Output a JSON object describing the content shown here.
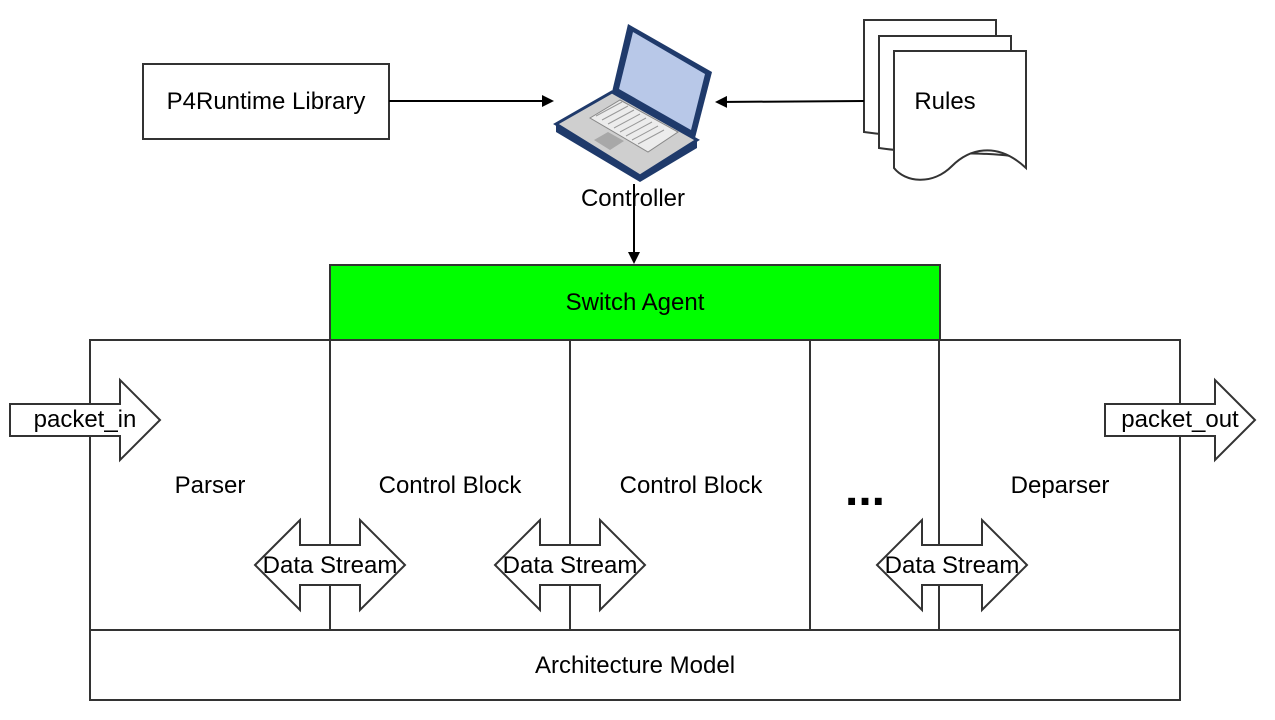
{
  "labels": {
    "library": "P4Runtime Library",
    "controller": "Controller",
    "rules": "Rules",
    "switch_agent": "Switch Agent",
    "packet_in": "packet_in",
    "packet_out": "packet_out",
    "parser": "Parser",
    "control_block_1": "Control Block",
    "control_block_2": "Control Block",
    "ellipsis": "...",
    "deparser": "Deparser",
    "data_stream_1": "Data Stream",
    "data_stream_2": "Data Stream",
    "data_stream_3": "Data Stream",
    "architecture": "Architecture Model"
  },
  "colors": {
    "switch_agent_fill": "#00ff00",
    "laptop_screen": "#b8c8e8",
    "laptop_frame": "#1f3a6b",
    "laptop_body": "#d9d9d9"
  },
  "icons": {
    "controller": "laptop-icon",
    "rules": "documents-stack-icon"
  }
}
